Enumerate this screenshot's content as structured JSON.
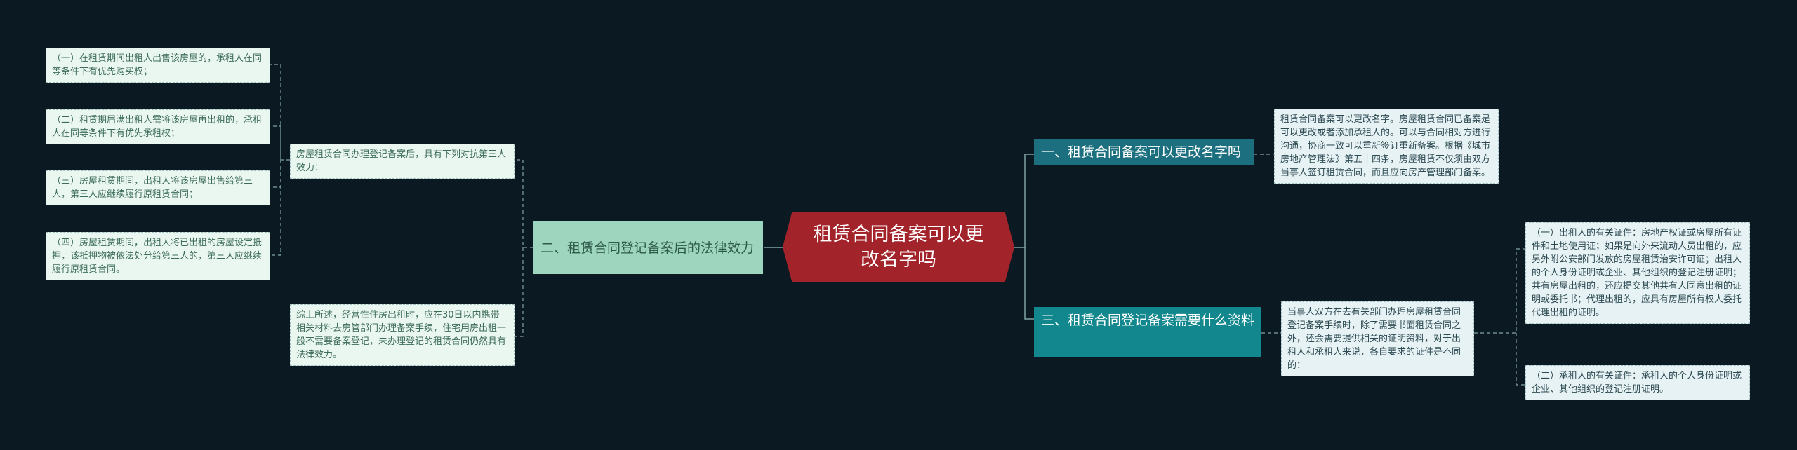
{
  "root": "租赁合同备案可以更改名字吗",
  "left_branch": {
    "title": "二、租赁合同登记备案后的法律效力",
    "intro": "房屋租赁合同办理登记备案后，具有下列对抗第三人效力：",
    "items": [
      "（一）在租赁期间出租人出售该房屋的，承租人在同等条件下有优先购买权；",
      "（二）租赁期届满出租人需将该房屋再出租的，承租人在同等条件下有优先承租权；",
      "（三）房屋租赁期间，出租人将该房屋出售给第三人，第三人应继续履行原租赁合同；",
      "（四）房屋租赁期间，出租人将已出租的房屋设定抵押，该抵押物被依法处分给第三人的，第三人应继续履行原租赁合同。"
    ],
    "summary": "综上所述，经营性住房出租时，应在30日以内携带相关材料去房管部门办理备案手续，住宅用房出租一般不需要备案登记，未办理登记的租赁合同仍然具有法律效力。"
  },
  "right_branch_1": {
    "title": "一、租赁合同备案可以更改名字吗",
    "text": "租赁合同备案可以更改名字。房屋租赁合同已备案是可以更改或者添加承租人的。可以与合同相对方进行沟通，协商一致可以重新签订重新备案。根据《城市房地产管理法》第五十四条，房屋租赁不仅须由双方当事人签订租赁合同，而且应向房产管理部门备案。"
  },
  "right_branch_2": {
    "title": "三、租赁合同登记备案需要什么资料",
    "intro": "当事人双方在去有关部门办理房屋租赁合同登记备案手续时，除了需要书面租赁合同之外，还会需要提供相关的证明资料，对于出租人和承租人来说，各自要求的证件是不同的：",
    "items": [
      "（一）出租人的有关证件：房地产权证或房屋所有证件和土地使用证；如果是向外来流动人员出租的，应另外附公安部门发放的房屋租赁治安许可证；出租人的个人身份证明或企业、其他组织的登记注册证明；共有房屋出租的，还应提交其他共有人同意出租的证明或委托书；代理出租的，应具有房屋所有权人委托代理出租的证明。",
      "（二）承租人的有关证件：承租人的个人身份证明或企业、其他组织的登记注册证明。"
    ]
  },
  "colors": {
    "background": "#0b1a22",
    "root": "#a3232a",
    "left": "#9dd5be",
    "right1": "#1b6f7e",
    "right2": "#12888e"
  }
}
